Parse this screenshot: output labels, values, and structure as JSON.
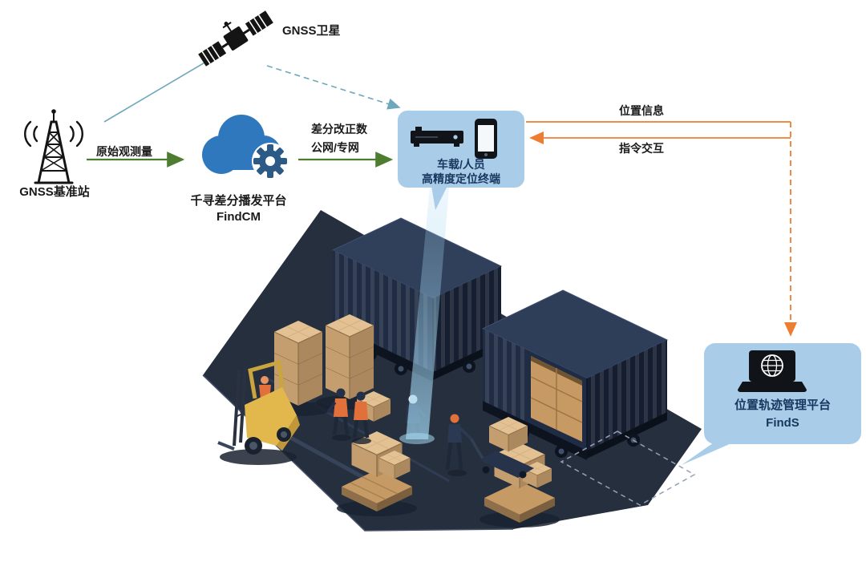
{
  "labels": {
    "satellite": "GNSS卫星",
    "base_station": "GNSS基准站",
    "raw_observation": "原始观测量",
    "cloud_platform_name": "千寻差分播发平台",
    "cloud_platform_product": "FindCM",
    "correction_data": "差分改正数",
    "network": "公网/专网",
    "terminal_line1": "车载/人员",
    "terminal_line2": "高精度定位终端",
    "position_info": "位置信息",
    "command_interaction": "指令交互",
    "platform_name": "位置轨迹管理平台",
    "platform_product": "FindS"
  },
  "icons": {
    "satellite": "gnss-satellite-icon",
    "base_station": "radio-tower-icon",
    "cloud_platform": "cloud-gear-icon",
    "terminal_receiver": "receiver-box-icon",
    "terminal_phone": "smartphone-icon",
    "management_platform": "laptop-globe-icon"
  },
  "colors": {
    "green_arrow": "#4e7d32",
    "orange_arrow": "#ed7d31",
    "teal_link": "#6fa7bd",
    "bubble_background": "#a9cde8",
    "bubble_text": "#17375e",
    "cloud_blue": "#2f78bd",
    "gear_blue": "#2b5a86",
    "beam_blue": "#9fd4ef",
    "ground_dark": "#262f3e",
    "container_navy": "#202c44",
    "crate_tan": "#d9b788",
    "forklift_yellow": "#e2b84d"
  }
}
